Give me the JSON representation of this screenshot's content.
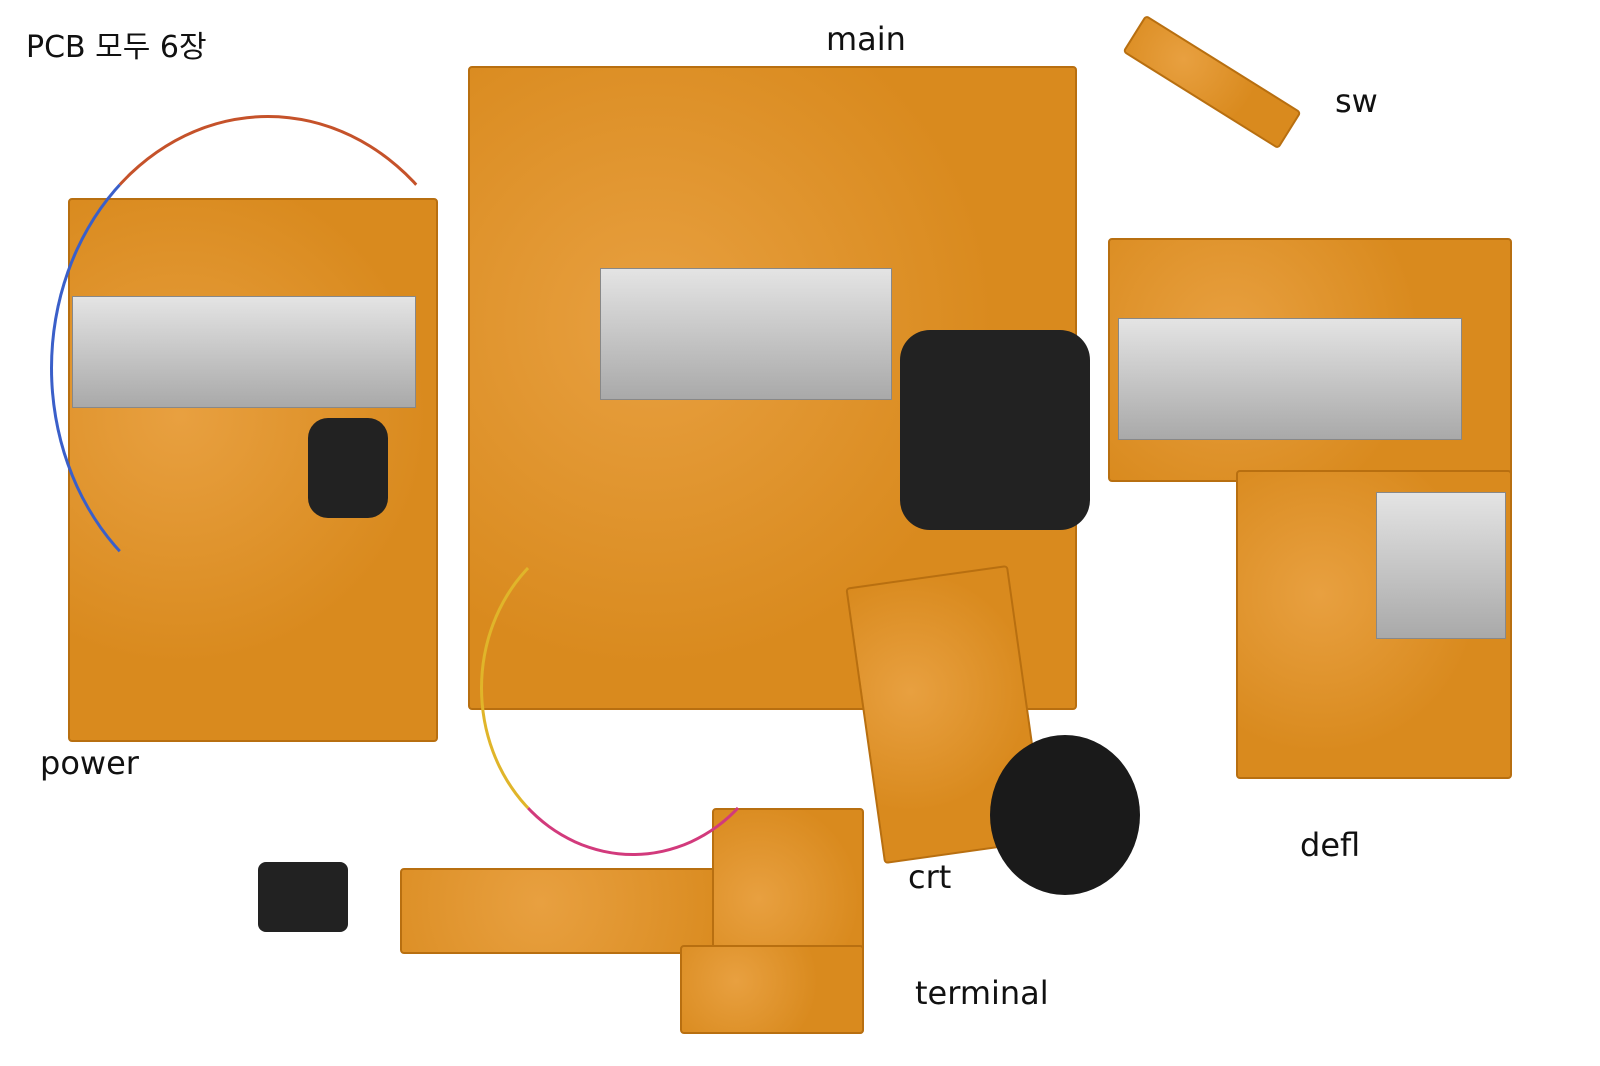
{
  "title": "PCB 모두 6장",
  "labels": {
    "main": "main",
    "sw": "sw",
    "power": "power",
    "defl": "defl",
    "crt": "crt",
    "terminal": "terminal"
  }
}
